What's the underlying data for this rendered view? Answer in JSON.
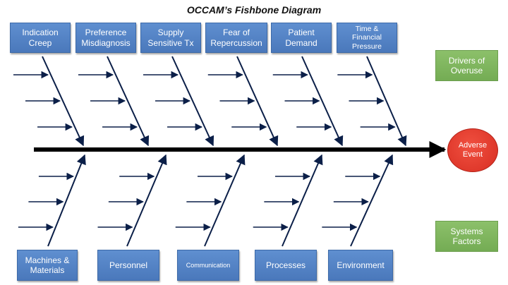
{
  "title": "OCCAM’s Fishbone Diagram",
  "top_causes": [
    {
      "label": "Indication\nCreep"
    },
    {
      "label": "Preference\nMisdiagnosis"
    },
    {
      "label": "Supply\nSensitive Tx"
    },
    {
      "label": "Fear of\nRepercussion"
    },
    {
      "label": "Patient\nDemand"
    },
    {
      "label": "Time &\nFinancial\nPressure"
    }
  ],
  "bottom_causes": [
    {
      "label": "Machines &\nMaterials"
    },
    {
      "label": "Personnel"
    },
    {
      "label": "Communication"
    },
    {
      "label": "Processes"
    },
    {
      "label": "Environment"
    }
  ],
  "groups": {
    "drivers_label": "Drivers of\nOveruse",
    "systems_label": "Systems\nFactors"
  },
  "outcome": {
    "label": "Adverse\nEvent"
  },
  "colors": {
    "cause_box": "#4f7fc3",
    "group_box": "#7cb35a",
    "outcome": "#e03c30",
    "bone": "#0b1f48"
  }
}
